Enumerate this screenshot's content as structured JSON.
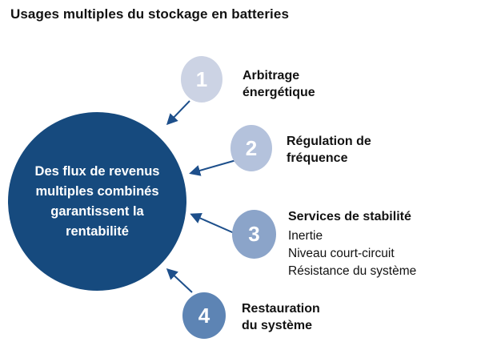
{
  "title": "Usages multiples du stockage en batteries",
  "colors": {
    "background": "#ffffff",
    "text": "#121212",
    "center-circle": "#164a7e",
    "arrow": "#1d4f8b",
    "number-text": "#ffffff",
    "circle-1": "#ccd3e4",
    "circle-2": "#b4c2dc",
    "circle-3": "#8ba4c9",
    "circle-4": "#5d84b4"
  },
  "center_circle": {
    "lines": [
      "Des flux de revenus",
      "multiples combinés",
      "garantissent la",
      "rentabilité"
    ]
  },
  "items": [
    {
      "number": "1",
      "lines": [
        "Arbitrage",
        "énergétique"
      ]
    },
    {
      "number": "2",
      "lines": [
        "Régulation de",
        "fréquence"
      ]
    },
    {
      "number": "3",
      "heading": "Services de stabilité",
      "details": [
        "Inertie",
        "Niveau court-circuit",
        "Résistance du système"
      ]
    },
    {
      "number": "4",
      "lines": [
        "Restauration",
        "du système"
      ]
    }
  ]
}
